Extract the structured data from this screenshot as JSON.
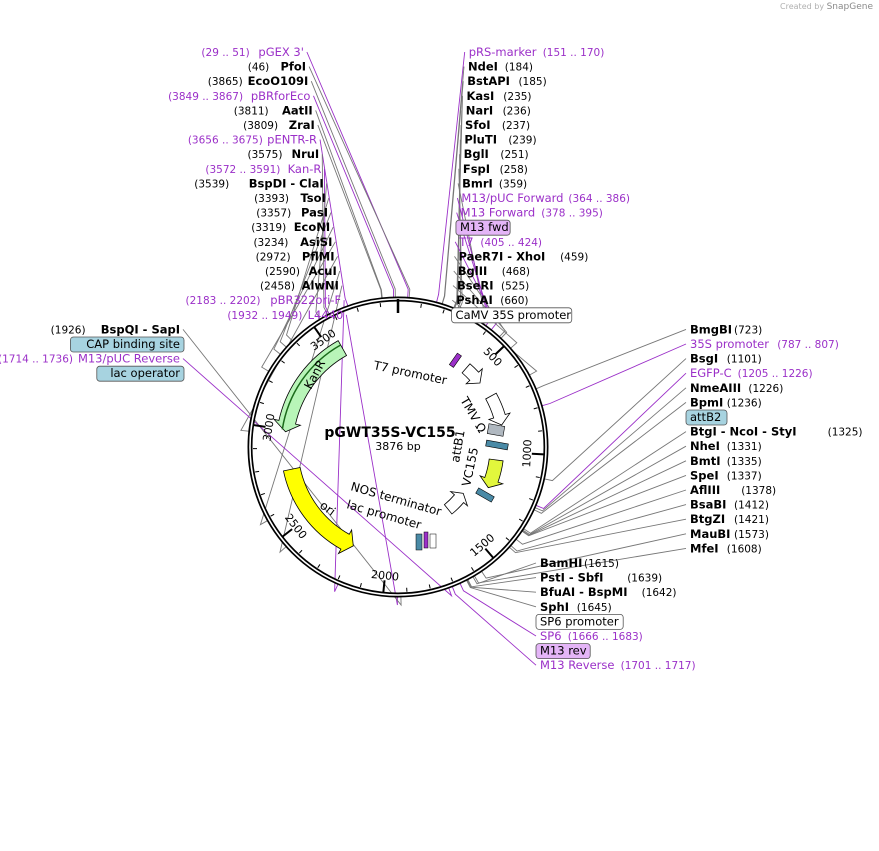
{
  "credit": {
    "prefix": "Created by",
    "brand": "SnapGene"
  },
  "plasmid": {
    "name": "pGWT35S-VC155",
    "length": "3876 bp"
  },
  "ruler": [
    "500",
    "1000",
    "1500",
    "2000",
    "2500",
    "3000",
    "3500"
  ],
  "features": [
    {
      "name": "KanR",
      "kind": "cds",
      "fill": "#b8f5b8"
    },
    {
      "name": "ori",
      "kind": "cds",
      "fill": "#ffff00"
    },
    {
      "name": "VC155",
      "kind": "cds",
      "fill": "#e2f73c"
    },
    {
      "name": "T7 promoter",
      "kind": "promoter"
    },
    {
      "name": "TMV Ω",
      "kind": "promoter"
    },
    {
      "name": "attB1",
      "kind": "site"
    },
    {
      "name": "NOS terminator",
      "kind": "terminator"
    },
    {
      "name": "lac promoter",
      "kind": "promoter"
    }
  ],
  "labels": {
    "left": [
      {
        "pos": "(29 .. 51)",
        "name": "pGEX 3'",
        "kind": "primer"
      },
      {
        "pos": "(46)",
        "name": "PfoI",
        "kind": "enzyme"
      },
      {
        "pos": "(3865)",
        "name": "EcoO109I",
        "kind": "enzyme"
      },
      {
        "pos": "(3849 .. 3867)",
        "name": "pBRforEco",
        "kind": "primer"
      },
      {
        "pos": "(3811)",
        "name": "AatII",
        "kind": "enzyme"
      },
      {
        "pos": "(3809)",
        "name": "ZraI",
        "kind": "enzyme"
      },
      {
        "pos": "(3656 .. 3675)",
        "name": "pENTR-R",
        "kind": "primer"
      },
      {
        "pos": "(3575)",
        "name": "NruI",
        "kind": "enzyme"
      },
      {
        "pos": "(3572 .. 3591)",
        "name": "Kan-R",
        "kind": "primer"
      },
      {
        "pos": "(3539)",
        "name": "BspDI - ClaI",
        "kind": "enzyme"
      },
      {
        "pos": "(3393)",
        "name": "TsoI",
        "kind": "enzyme"
      },
      {
        "pos": "(3357)",
        "name": "PasI",
        "kind": "enzyme"
      },
      {
        "pos": "(3319)",
        "name": "EcoNI",
        "kind": "enzyme"
      },
      {
        "pos": "(3234)",
        "name": "AsiSI",
        "kind": "enzyme"
      },
      {
        "pos": "(2972)",
        "name": "PflMI",
        "kind": "enzyme"
      },
      {
        "pos": "(2590)",
        "name": "AcuI",
        "kind": "enzyme"
      },
      {
        "pos": "(2458)",
        "name": "AlwNI",
        "kind": "enzyme"
      },
      {
        "pos": "(2183 .. 2202)",
        "name": "pBR322ori-F",
        "kind": "primer"
      },
      {
        "pos": "(1932 .. 1949)",
        "name": "L4440",
        "kind": "primer"
      },
      {
        "pos": "(1926)",
        "name": "BspQI - SapI",
        "kind": "enzyme"
      },
      {
        "pos": "",
        "name": "CAP binding site",
        "kind": "box-blue"
      },
      {
        "pos": "(1714 .. 1736)",
        "name": "M13/pUC Reverse",
        "kind": "primer"
      },
      {
        "pos": "",
        "name": "lac operator",
        "kind": "box-blue"
      }
    ],
    "right": [
      {
        "pos": "(151 .. 170)",
        "name": "pRS-marker",
        "kind": "primer"
      },
      {
        "pos": "(184)",
        "name": "NdeI",
        "kind": "enzyme"
      },
      {
        "pos": "(185)",
        "name": "BstAPI",
        "kind": "enzyme"
      },
      {
        "pos": "(235)",
        "name": "KasI",
        "kind": "enzyme"
      },
      {
        "pos": "(236)",
        "name": "NarI",
        "kind": "enzyme"
      },
      {
        "pos": "(237)",
        "name": "SfoI",
        "kind": "enzyme"
      },
      {
        "pos": "(239)",
        "name": "PluTI",
        "kind": "enzyme"
      },
      {
        "pos": "(251)",
        "name": "BglI",
        "kind": "enzyme"
      },
      {
        "pos": "(258)",
        "name": "FspI",
        "kind": "enzyme"
      },
      {
        "pos": "(359)",
        "name": "BmrI",
        "kind": "enzyme"
      },
      {
        "pos": "(364 .. 386)",
        "name": "M13/pUC Forward",
        "kind": "primer"
      },
      {
        "pos": "(378 .. 395)",
        "name": "M13 Forward",
        "kind": "primer"
      },
      {
        "pos": "",
        "name": "M13 fwd",
        "kind": "box-purple"
      },
      {
        "pos": "(405 .. 424)",
        "name": "T7",
        "kind": "primer"
      },
      {
        "pos": "(459)",
        "name": "PaeR7I - XhoI",
        "kind": "enzyme"
      },
      {
        "pos": "(468)",
        "name": "BglII",
        "kind": "enzyme"
      },
      {
        "pos": "(525)",
        "name": "BseRI",
        "kind": "enzyme"
      },
      {
        "pos": "(660)",
        "name": "PshAI",
        "kind": "enzyme"
      },
      {
        "pos": "",
        "name": "CaMV 35S promoter",
        "kind": "box-white"
      },
      {
        "pos": "(723)",
        "name": "BmgBI",
        "kind": "enzyme"
      },
      {
        "pos": "(787 .. 807)",
        "name": "35S promoter",
        "kind": "primer"
      },
      {
        "pos": "(1101)",
        "name": "BsgI",
        "kind": "enzyme"
      },
      {
        "pos": "(1205 .. 1226)",
        "name": "EGFP-C",
        "kind": "primer"
      },
      {
        "pos": "(1226)",
        "name": "NmeAIII",
        "kind": "enzyme"
      },
      {
        "pos": "(1236)",
        "name": "BpmI",
        "kind": "enzyme"
      },
      {
        "pos": "",
        "name": "attB2",
        "kind": "box-blue"
      },
      {
        "pos": "(1325)",
        "name": "BtgI - NcoI - StyI",
        "kind": "enzyme"
      },
      {
        "pos": "(1331)",
        "name": "NheI",
        "kind": "enzyme"
      },
      {
        "pos": "(1335)",
        "name": "BmtI",
        "kind": "enzyme"
      },
      {
        "pos": "(1337)",
        "name": "SpeI",
        "kind": "enzyme"
      },
      {
        "pos": "(1378)",
        "name": "AflIII",
        "kind": "enzyme"
      },
      {
        "pos": "(1412)",
        "name": "BsaBI",
        "kind": "enzyme"
      },
      {
        "pos": "(1421)",
        "name": "BtgZI",
        "kind": "enzyme"
      },
      {
        "pos": "(1573)",
        "name": "MauBI",
        "kind": "enzyme"
      },
      {
        "pos": "(1608)",
        "name": "MfeI",
        "kind": "enzyme"
      },
      {
        "pos": "(1615)",
        "name": "BamHI",
        "kind": "enzyme"
      },
      {
        "pos": "(1639)",
        "name": "PstI - SbfI",
        "kind": "enzyme"
      },
      {
        "pos": "(1642)",
        "name": "BfuAI - BspMI",
        "kind": "enzyme"
      },
      {
        "pos": "(1645)",
        "name": "SphI",
        "kind": "enzyme"
      },
      {
        "pos": "",
        "name": "SP6 promoter",
        "kind": "box-white"
      },
      {
        "pos": "(1666 .. 1683)",
        "name": "SP6",
        "kind": "primer"
      },
      {
        "pos": "",
        "name": "M13 rev",
        "kind": "box-purple"
      },
      {
        "pos": "(1701 .. 1717)",
        "name": "M13 Reverse",
        "kind": "primer"
      }
    ]
  },
  "colors": {
    "primer": "#9b30c8",
    "enzyme": "#000000",
    "leader": "#777777",
    "ring": "#000000",
    "boxBlue": "#a7d3e0",
    "boxPurple": "#e4b5f7"
  }
}
